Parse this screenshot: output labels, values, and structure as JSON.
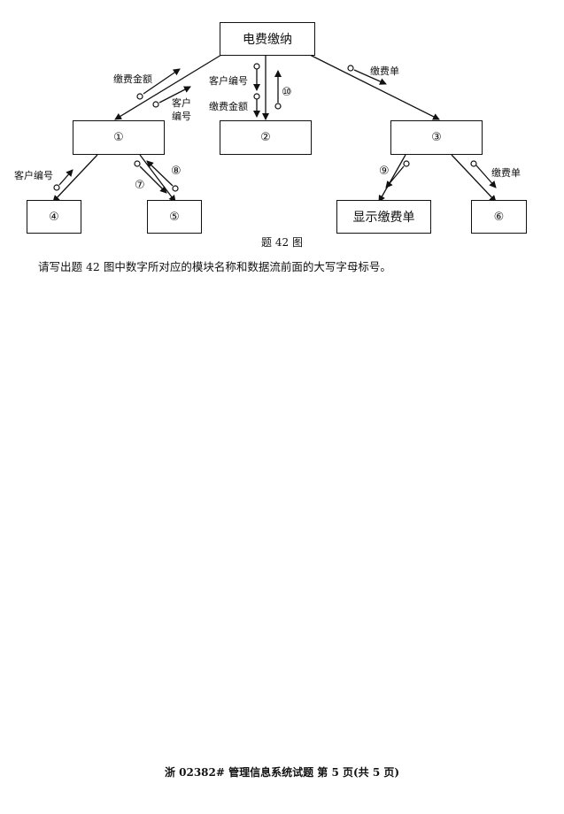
{
  "diagram": {
    "modules": {
      "root": "电费缴纳",
      "m1": "①",
      "m2": "②",
      "m3": "③",
      "m4": "④",
      "m5": "⑤",
      "m6": "⑥",
      "display_bill": "显示缴费单"
    },
    "flows": {
      "pay_amount_a": "缴费金额",
      "customer_a_line1": "客户",
      "customer_a_line2": "编号",
      "customer_b": "客户编号",
      "pay_amount_b": "缴费金额",
      "n10": "⑩",
      "pay_bill_a": "缴费单",
      "customer_c": "客户编号",
      "n7": "⑦",
      "n8": "⑧",
      "n9": "⑨",
      "pay_bill_b": "缴费单"
    }
  },
  "caption": "题 42 图",
  "question": "请写出题 42 图中数字所对应的模块名称和数据流前面的大写字母标号。",
  "footer": "浙 02382# 管理信息系统试题 第 5 页(共 5 页)"
}
